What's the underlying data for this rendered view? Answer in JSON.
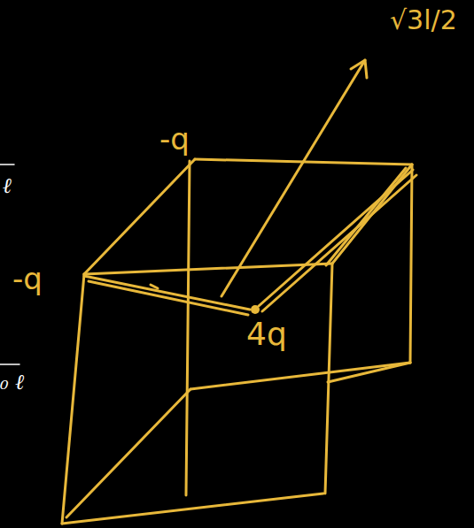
{
  "diagram": {
    "labels": [
      "-q",
      "-q",
      "4q",
      "√3l/2",
      "ℓ",
      "₀ ℓ"
    ]
  }
}
